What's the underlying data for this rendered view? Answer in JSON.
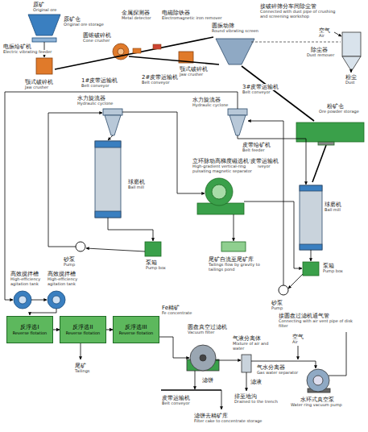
{
  "diagram": {
    "nodes": [
      {
        "text": [
          "反浮选I",
          "Reverse flotation"
        ]
      },
      {
        "text": [
          "反浮选II",
          "Reverse flotation"
        ]
      },
      {
        "text": [
          "反浮选III",
          "Reverse flotation"
        ]
      }
    ],
    "edges": [
      {
        "from": 0,
        "to": 1,
        "arrow": "to"
      },
      {
        "from": 1,
        "to": 2,
        "arrow": "to"
      }
    ],
    "labels": [
      "原矿",
      "Original ore",
      "原矿仓",
      "Original ore storage",
      "电振给矿机",
      "Electric vibrating feeder",
      "颚式破碎机",
      "Jaw crusher",
      "金属探测器",
      "Metal detector",
      "电磁除铁器",
      "Electromagnetic iron remover",
      "圆锥破碎机",
      "Cone crusher",
      "1#皮带运输机",
      "Belt conveyor",
      "2#皮带运输机",
      "Belt conveyor",
      "圆振动筛",
      "Round vibrating screen",
      "颚式破碎机",
      "Jaw crusher",
      "接破碎筛分车间除尘管",
      "Connected with dust pipe of crushing and screening workshop",
      "空气",
      "Air",
      "除尘器",
      "Dust remover",
      "粉尘",
      "Dust",
      "3#皮带运输机",
      "Belt conveyor",
      "粉矿仓",
      "Ore powder storage",
      "皮带给矿机",
      "Belt feeder",
      "4#皮带运输机",
      "Belt conveyor",
      "水力旋流器",
      "Hydraulic cyclone",
      "水力旋流器",
      "Hydraulic cyclone",
      "球磨机",
      "Ball mill",
      "立环脉动高梯度磁选机",
      "High-gradient vertical-ring pulsating magnetic separator",
      "球磨机",
      "Ball mill",
      "砂泵",
      "Pump",
      "泵箱",
      "Pump box",
      "尾矿自流至尾矿库",
      "Tailings flow by gravity to tailings pond",
      "高效搅拌槽",
      "High-efficiency agitation tank",
      "高效搅拌槽",
      "High-efficiency agitation tank",
      "尾矿",
      "Tailings",
      "Fe精矿",
      "Fe concentrate",
      "泵箱",
      "Pump box",
      "砂泵",
      "Pump",
      "接圆盘过滤机通气管",
      "Connecting with air vent pipe of disk filter",
      "圆盘真空过滤机",
      "Vacuum filter",
      "气液分离体",
      "Mixture of air and water",
      "空气",
      "Air",
      "气水分离器",
      "Gas water separator",
      "滤饼",
      "滤液",
      "排至地沟",
      "Drained to the trench",
      "皮带运输机",
      "Belt conveyor",
      "滤饼去精矿库",
      "Filter cake to concentrate storage",
      "水环式真空泵",
      "Water ring vacuum pump"
    ]
  }
}
